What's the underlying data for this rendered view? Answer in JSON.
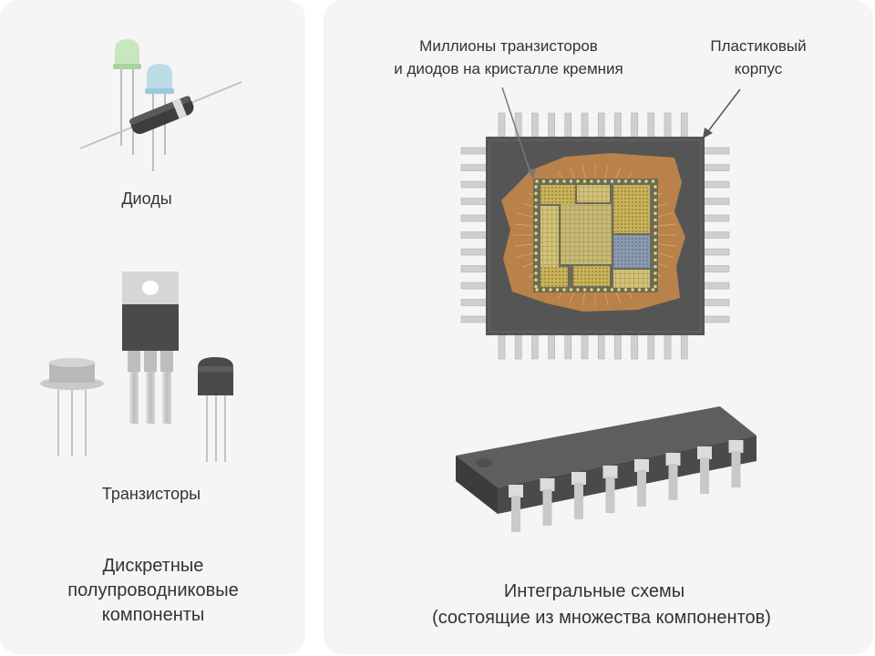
{
  "discrete": {
    "diodes_label": "Диоды",
    "transistors_label": "Транзисторы",
    "title_line1": "Дискретные",
    "title_line2": "полупроводниковые",
    "title_line3": "компоненты"
  },
  "integrated": {
    "callout_die_line1": "Миллионы транзисторов",
    "callout_die_line2": "и диодов на кристалле кремния",
    "callout_package_line1": "Пластиковый",
    "callout_package_line2": "корпус",
    "title_line1": "Интегральные схемы",
    "title_line2": "(состоящие из множества компонентов)"
  },
  "colors": {
    "panel_bg": "#f5f5f5",
    "led_green": "#c8e6c0",
    "led_blue": "#bcdce8",
    "chip_body": "#555555",
    "die_gold": "#c9b35a",
    "lead_metal": "#cfcfcf"
  }
}
